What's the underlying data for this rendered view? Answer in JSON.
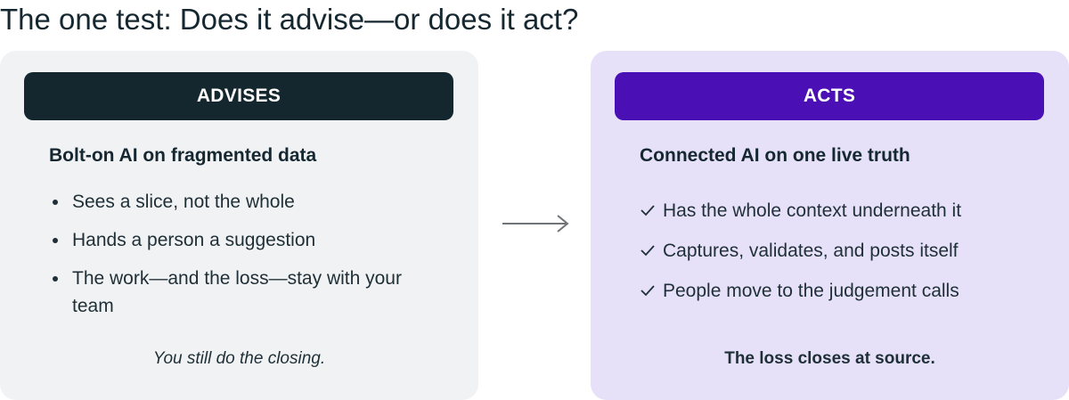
{
  "title": "The one test: Does it advise—or does it act?",
  "left": {
    "header": "ADVISES",
    "subtitle": "Bolt-on AI on fragmented data",
    "items": [
      "Sees a slice, not the whole",
      "Hands a person a suggestion",
      "The work—and the loss—stay with your team"
    ],
    "footer": "You still do the closing.",
    "bullet_icon": "dot-icon",
    "header_color": "#15272e",
    "panel_color": "#f1f2f3"
  },
  "right": {
    "header": "ACTS",
    "subtitle": "Connected AI on one live truth",
    "items": [
      "Has the whole context underneath it",
      "Captures, validates, and posts itself",
      "People move to the judgement calls"
    ],
    "footer": "The loss closes at source.",
    "bullet_icon": "check-icon",
    "header_color": "#4a10b5",
    "panel_color": "#e6e1f8"
  },
  "connector_icon": "arrow-right-icon"
}
